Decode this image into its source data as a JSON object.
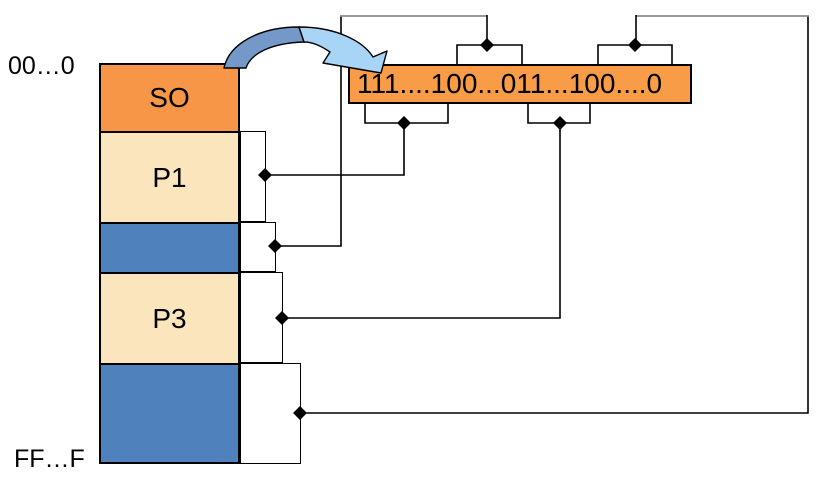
{
  "diagram": {
    "top_address": "00…0",
    "bottom_address": "FF…F",
    "memory": {
      "segments": [
        {
          "label": "SO",
          "kind": "os"
        },
        {
          "label": "P1",
          "kind": "process"
        },
        {
          "label": "",
          "kind": "hole"
        },
        {
          "label": "P3",
          "kind": "process"
        },
        {
          "label": "",
          "kind": "hole"
        }
      ]
    },
    "bitmap": {
      "value": "111....100...011...100....0"
    },
    "colors": {
      "os_fill": "#F79646",
      "process_fill": "#FBE5BD",
      "hole_fill": "#4F81BD",
      "bitmap_fill": "#F89C48",
      "arrow_dark": "#7499C9",
      "arrow_light": "#A8D4F6",
      "connector_gray": "#8C8C8C",
      "line_black": "#000000"
    }
  }
}
